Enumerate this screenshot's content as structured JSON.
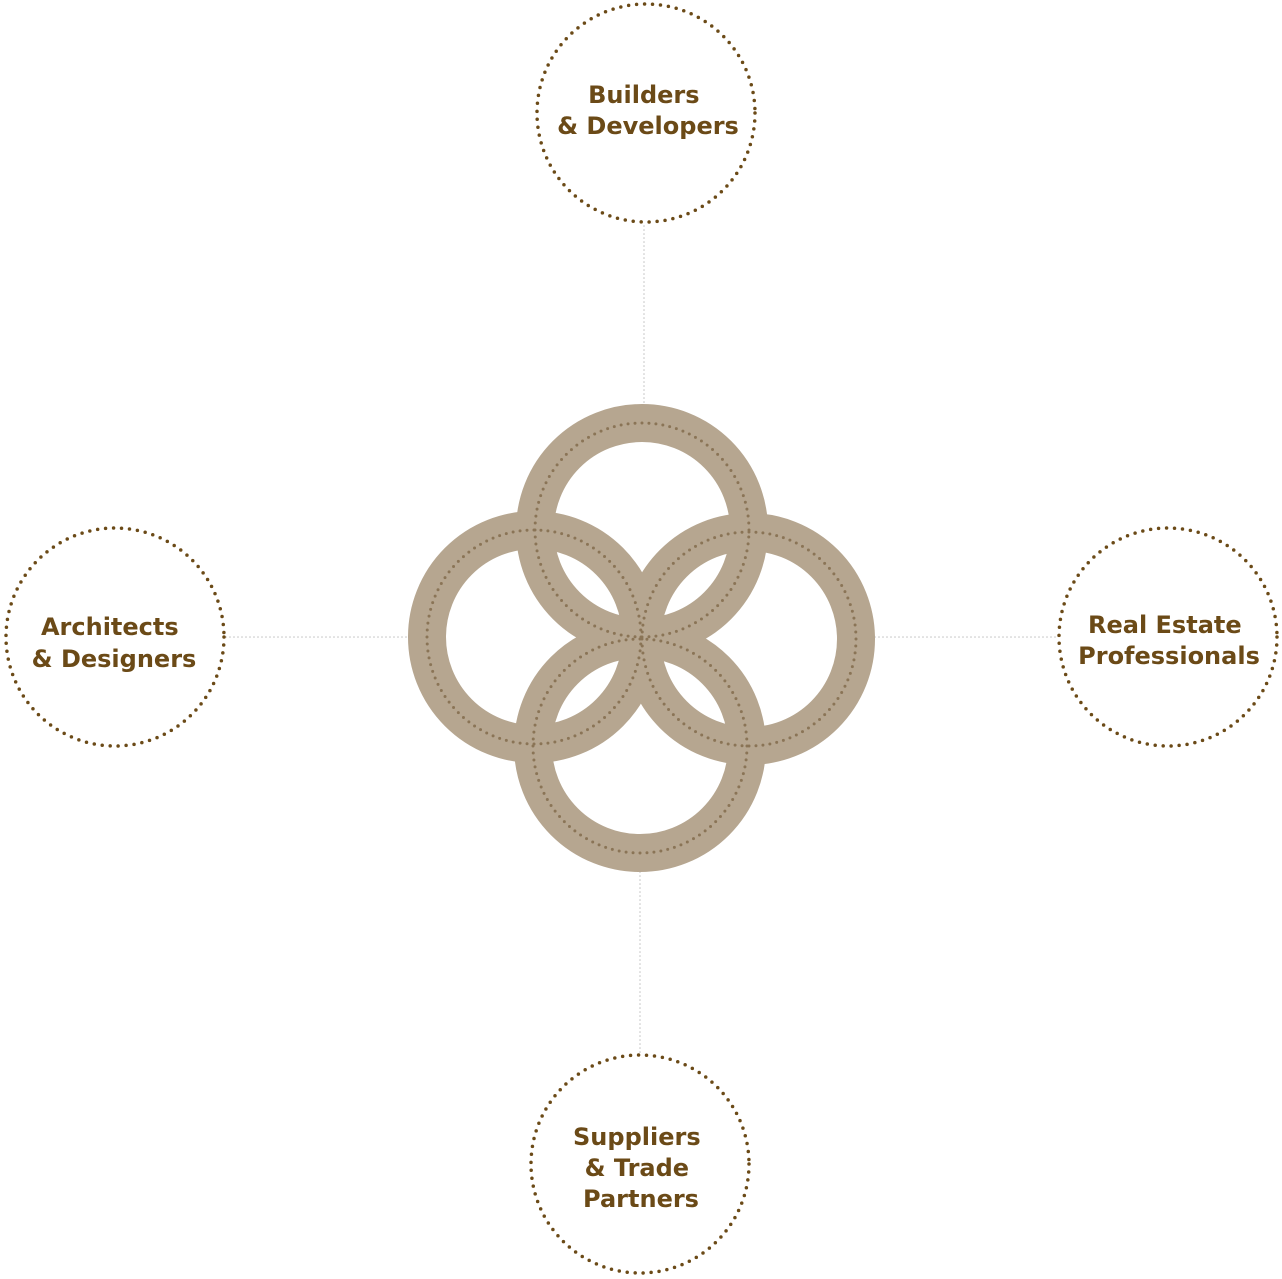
{
  "diagram": {
    "colors": {
      "text": "#6b4a17",
      "node_border": "#6b4a17",
      "rings": "#b6a690",
      "ring_dots": "#8a7456",
      "connector": "#bfbfbf",
      "background": "#ffffff"
    },
    "center_symbol": "four-interlocking-rings",
    "nodes": {
      "top": {
        "lines": [
          "Builders",
          "& Developers"
        ]
      },
      "left": {
        "lines": [
          "Architects",
          "& Designers"
        ]
      },
      "right": {
        "lines": [
          "Real Estate",
          "Professionals"
        ]
      },
      "bottom": {
        "lines": [
          "Suppliers",
          "& Trade",
          "Partners"
        ]
      }
    }
  }
}
